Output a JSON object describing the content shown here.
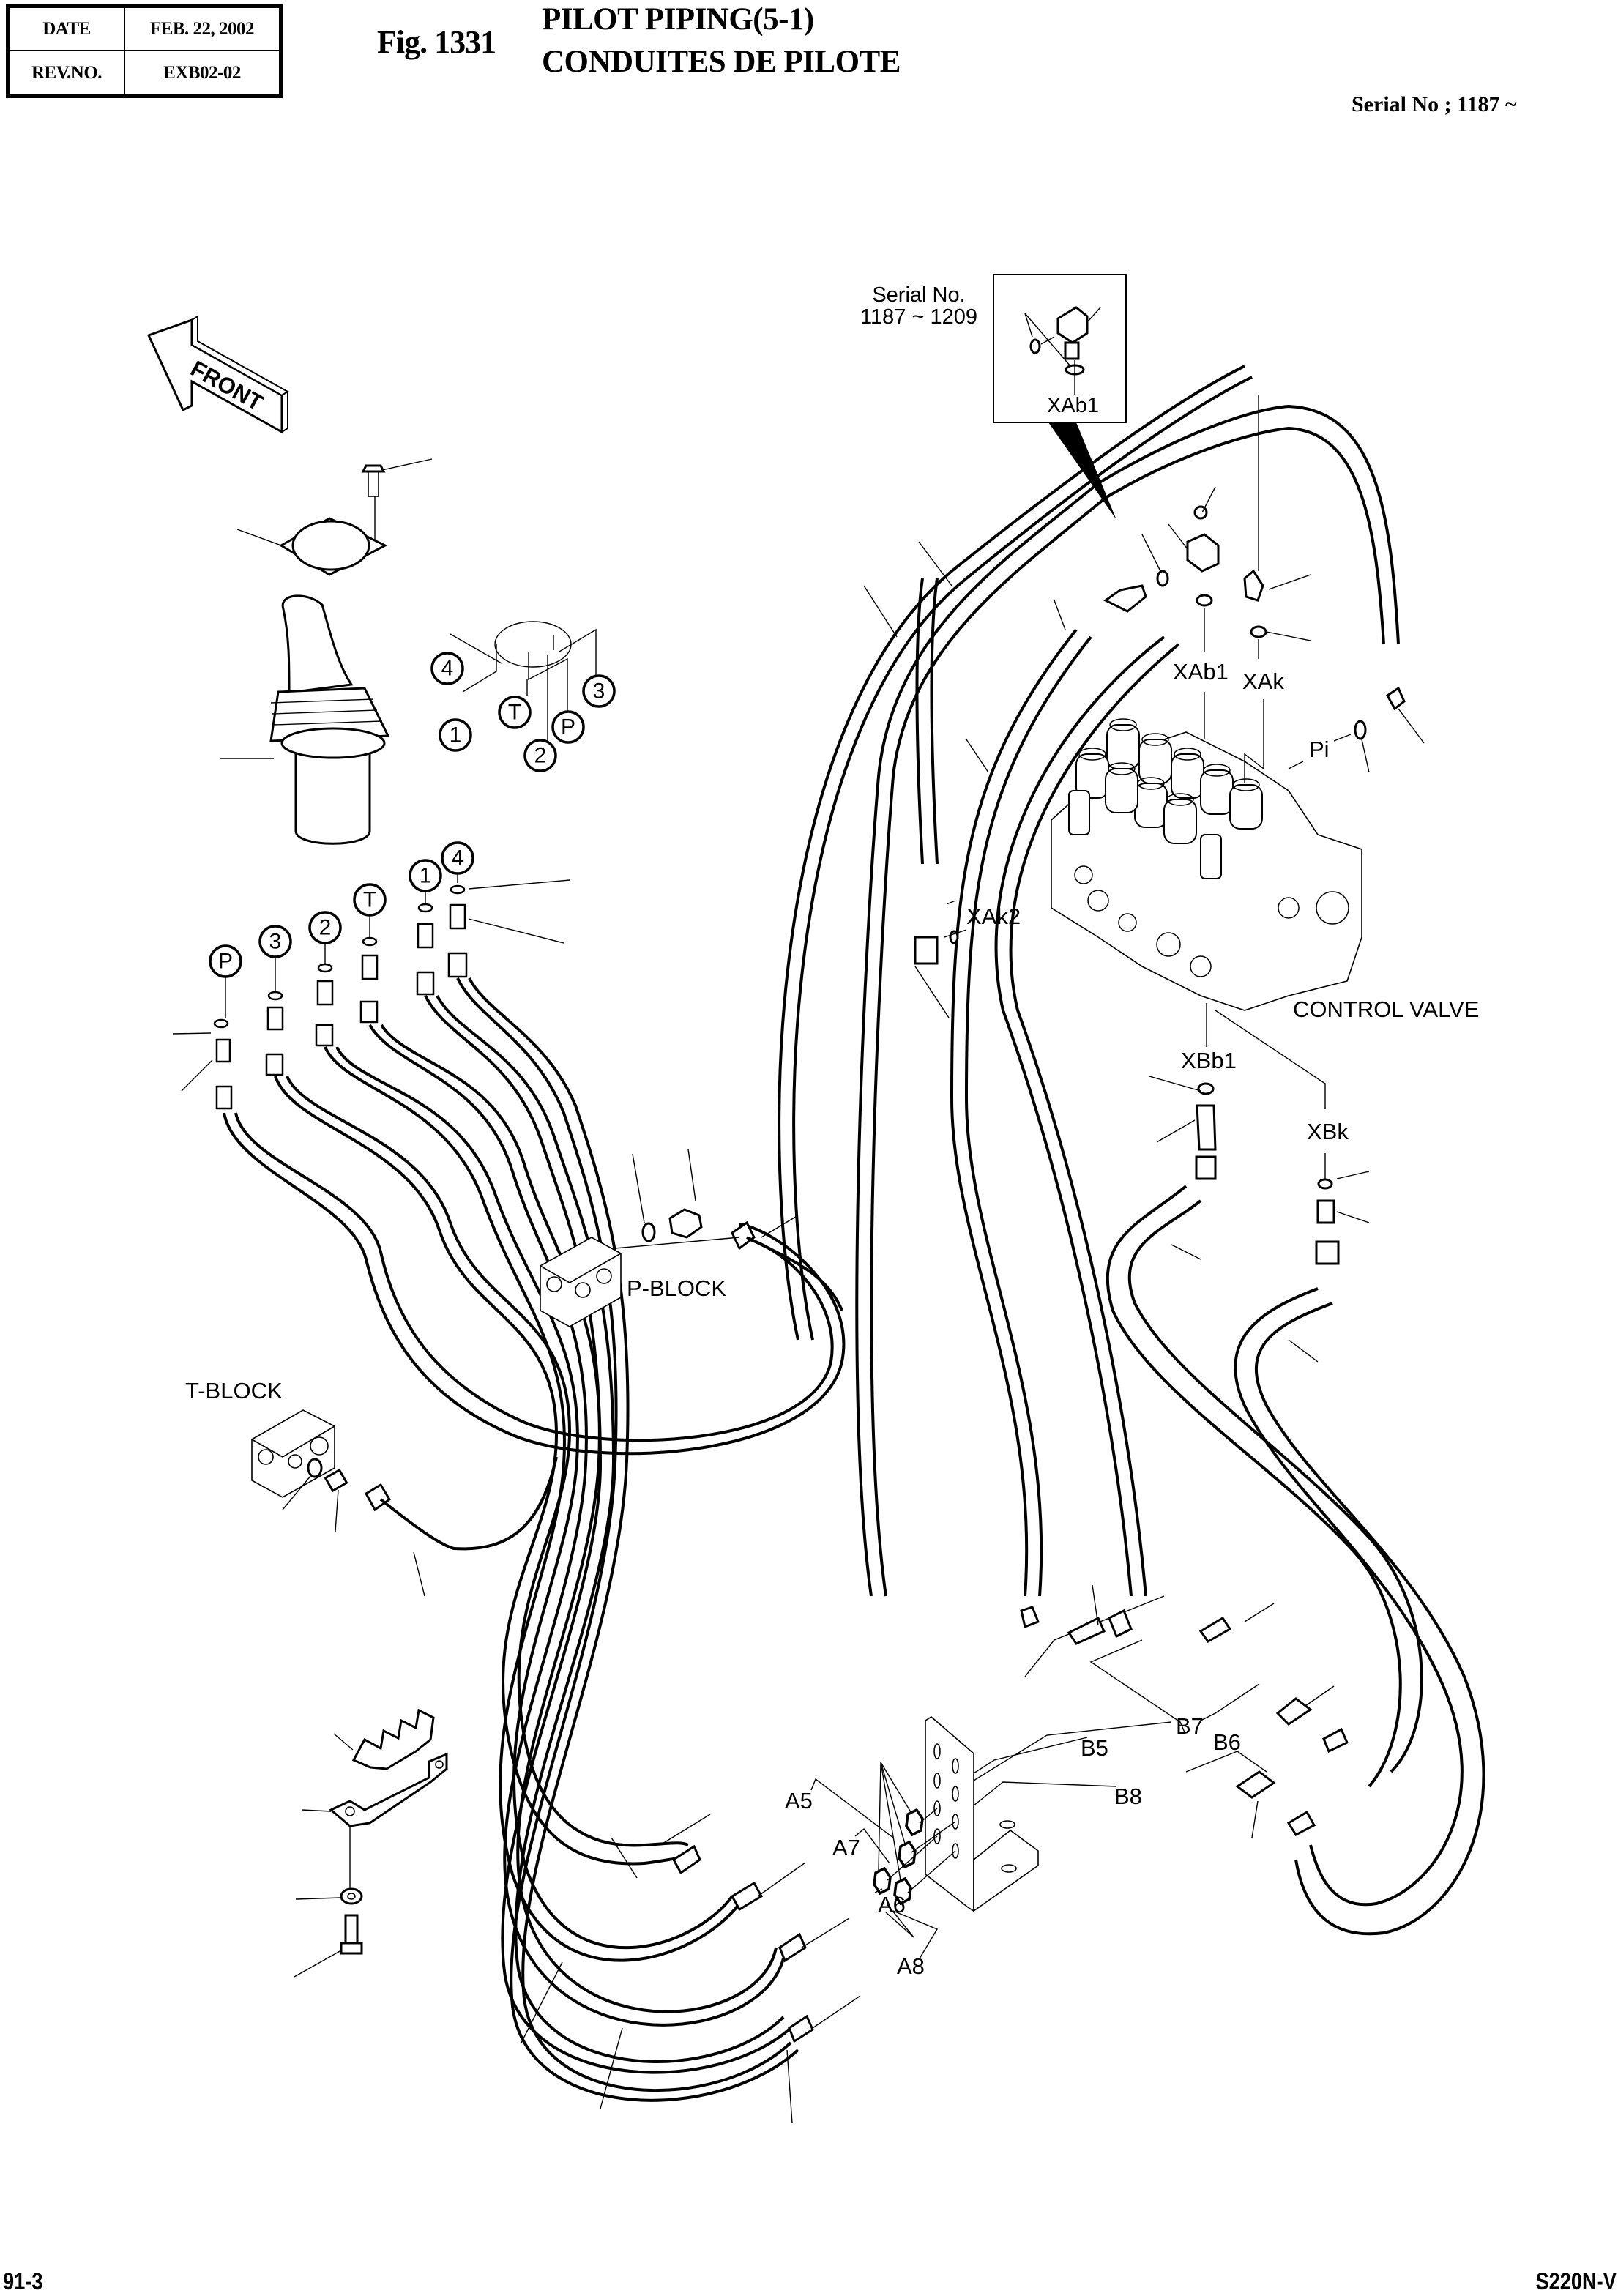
{
  "header": {
    "date_label": "DATE",
    "date_value": "FEB. 22, 2002",
    "rev_label": "REV.NO.",
    "rev_value": "EXB02-02",
    "figure_number": "Fig. 1331",
    "title_en": "PILOT PIPING(5-1)",
    "title_fr": "CONDUITES DE PILOTE",
    "serial_range": "Serial No ; 1187 ~"
  },
  "footer": {
    "page_number": "91-3",
    "model": "S220N-V"
  },
  "diagram": {
    "front_arrow_label": "FRONT",
    "inset": {
      "serial_label": "Serial No.",
      "serial_range": "1187 ~ 1209",
      "port_label": "XAb1"
    },
    "joystick_port_callouts_top": [
      "4",
      "1",
      "T",
      "P",
      "2",
      "3"
    ],
    "joystick_port_callouts_bottom": [
      "P",
      "3",
      "2",
      "T",
      "1",
      "4"
    ],
    "valve_port_labels": {
      "xab1": "XAb1",
      "xak": "XAk",
      "pi": "Pi",
      "xak2": "XAk2",
      "xbb1": "XBb1",
      "xbk": "XBk"
    },
    "component_labels": {
      "control_valve": "CONTROL VALVE",
      "p_block": "P-BLOCK",
      "t_block": "T-BLOCK"
    },
    "bracket_port_labels": {
      "a5": "A5",
      "a7": "A7",
      "a6": "A6",
      "a8": "A8",
      "b5": "B5",
      "b7": "B7",
      "b6": "B6",
      "b8": "B8"
    }
  }
}
